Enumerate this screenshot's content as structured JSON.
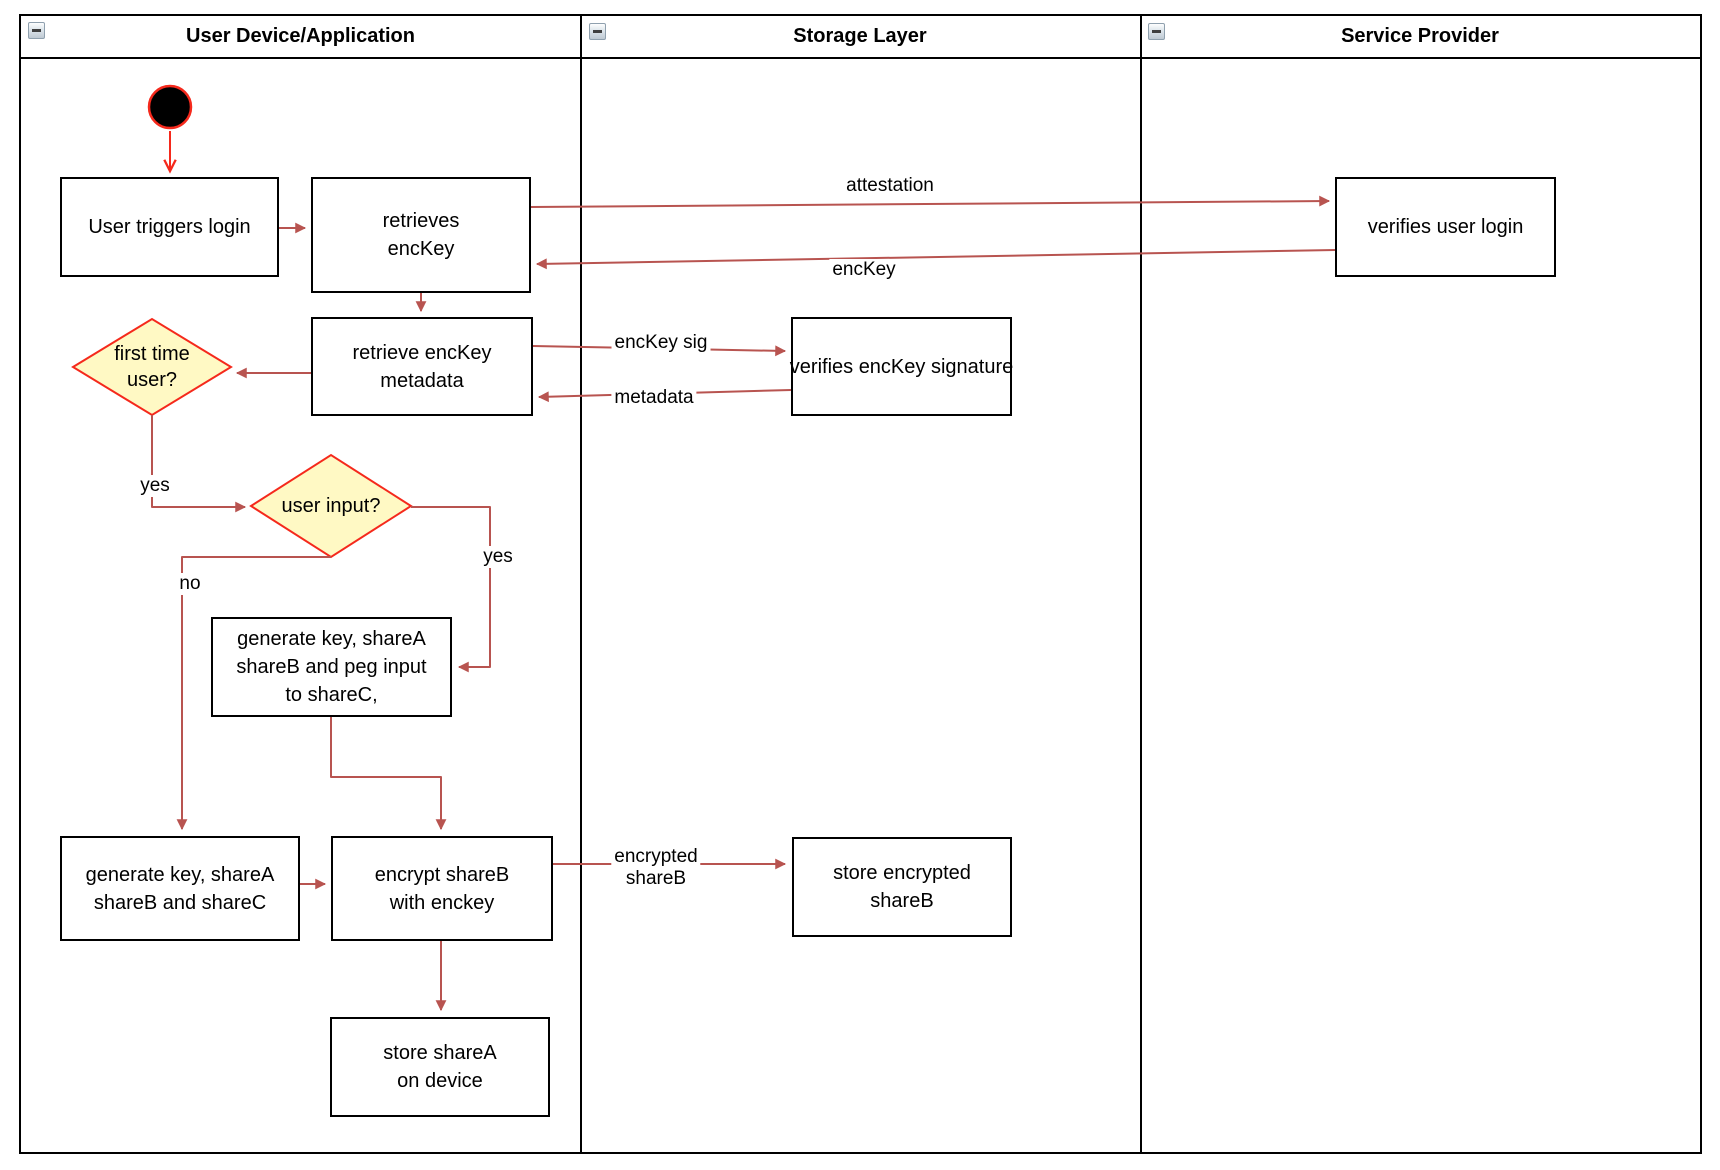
{
  "lanes": [
    {
      "title": "User Device/Application"
    },
    {
      "title": "Storage Layer"
    },
    {
      "title": "Service Provider"
    }
  ],
  "nodes": {
    "user_triggers_login": "User triggers login",
    "retrieves_enckey": "retrieves\nencKey",
    "verifies_user_login": "verifies user login",
    "retrieve_enckey_metadata": "retrieve encKey\nmetadata",
    "verifies_enckey_signature": "verifies encKey signature",
    "generate_key_peg": "generate key, shareA\nshareB and peg input\nto shareC,",
    "generate_key_abc": "generate key, shareA\nshareB and shareC",
    "encrypt_shareb": "encrypt shareB\nwith enckey",
    "store_encrypted_shareb": "store encrypted\nshareB",
    "store_sharea": "store shareA\non device"
  },
  "decisions": {
    "first_time_user": "first time\nuser?",
    "user_input": "user input?"
  },
  "edge_labels": {
    "attestation": "attestation",
    "enckey": "encKey",
    "enckey_sig": "encKey sig",
    "metadata": "metadata",
    "yes_first_time": "yes",
    "yes_user_input": "yes",
    "no_user_input": "no",
    "encrypted_shareb": "encrypted\nshareB"
  },
  "colors": {
    "edge": "#b85450",
    "accent_red": "#f5291c",
    "decision_fill": "#fff9c4",
    "decision_stroke": "#f5291c",
    "start_fill": "#000000",
    "node_border": "#000000"
  }
}
